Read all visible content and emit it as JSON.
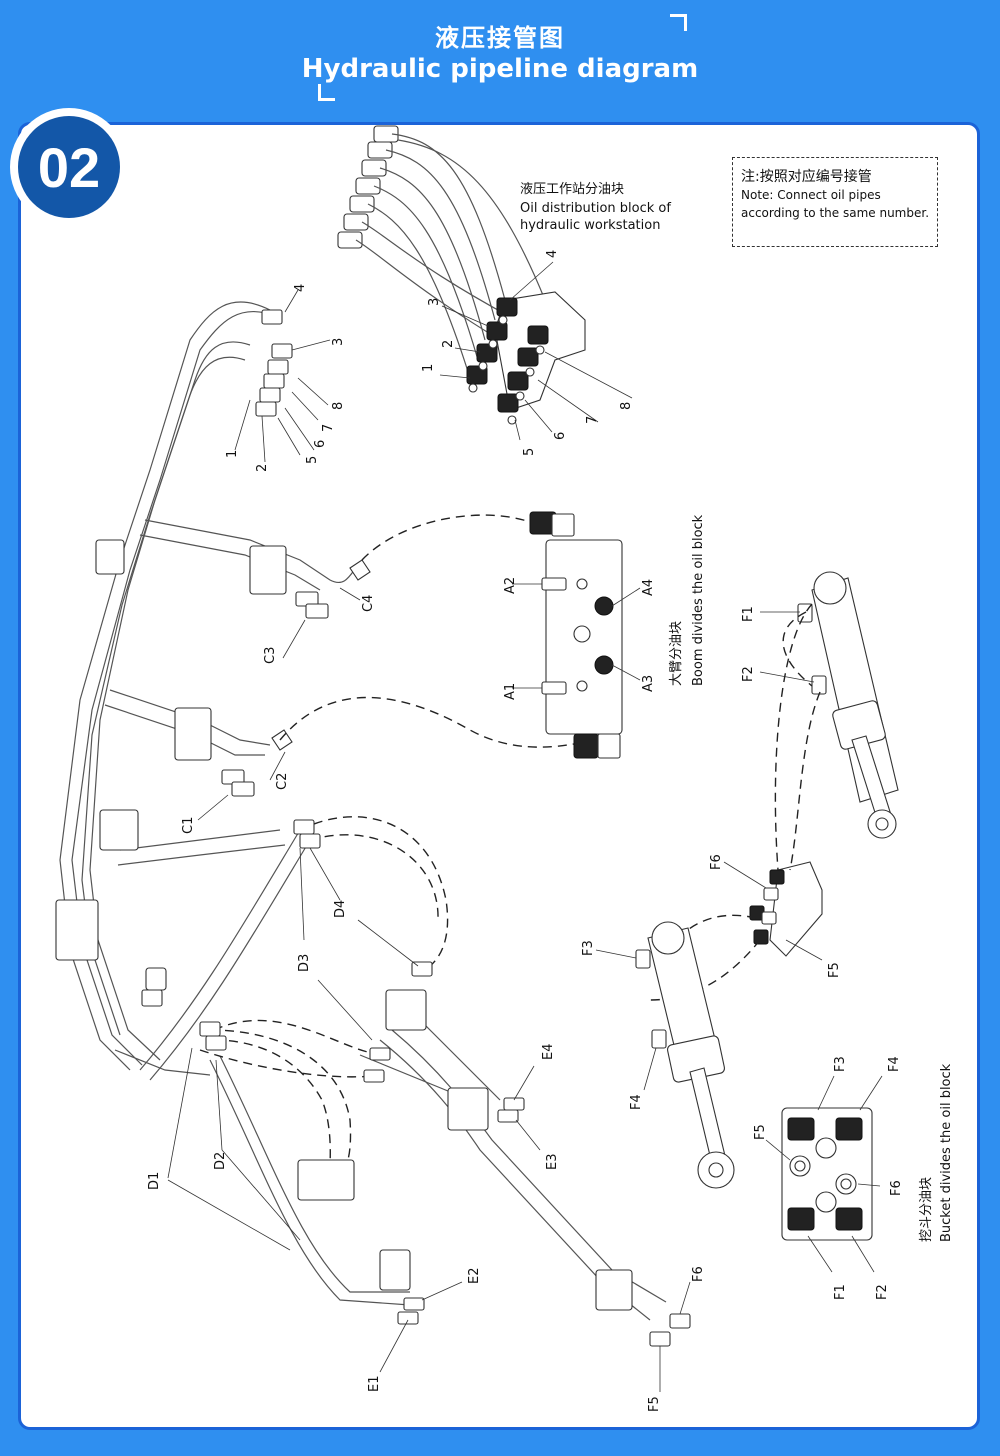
{
  "header": {
    "title_cn": "液压接管图",
    "title_en": "Hydraulic pipeline diagram"
  },
  "badge": {
    "number": "02"
  },
  "note": {
    "cn": "注:按照对应编号接管",
    "en_line1": "Note: Connect oil pipes",
    "en_line2": "according to the same number."
  },
  "workstation": {
    "cn": "液压工作站分油块",
    "en_line1": "Oil distribution block of",
    "en_line2": "hydraulic workstation"
  },
  "boom_block": {
    "cn": "大臂分油块",
    "en": "Boom divides the oil block"
  },
  "bucket_block": {
    "cn": "挖斗分油块",
    "en": "Bucket divides the oil block"
  },
  "labels": {
    "n1": "1",
    "n2": "2",
    "n3": "3",
    "n4": "4",
    "n5": "5",
    "n6": "6",
    "n7": "7",
    "n8": "8",
    "a1": "A1",
    "a2": "A2",
    "a3": "A3",
    "a4": "A4",
    "c1": "C1",
    "c2": "C2",
    "c3": "C3",
    "c4": "C4",
    "d1": "D1",
    "d2": "D2",
    "d3": "D3",
    "d4": "D4",
    "e1": "E1",
    "e2": "E2",
    "e3": "E3",
    "e4": "E4",
    "f1": "F1",
    "f2": "F2",
    "f3": "F3",
    "f4": "F4",
    "f5": "F5",
    "f6": "F6"
  }
}
